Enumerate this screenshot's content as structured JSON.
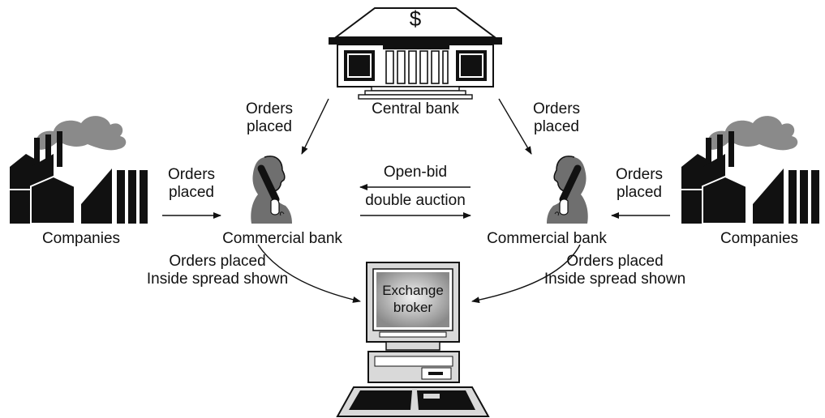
{
  "central_bank": {
    "label": "Central bank",
    "symbol": "$"
  },
  "orders_placed_left_top": {
    "line1": "Orders",
    "line2": "placed"
  },
  "orders_placed_right_top": {
    "line1": "Orders",
    "line2": "placed"
  },
  "orders_placed_left_side": {
    "line1": "Orders",
    "line2": "placed"
  },
  "orders_placed_right_side": {
    "line1": "Orders",
    "line2": "placed"
  },
  "auction": {
    "line1": "Open-bid",
    "line2": "double auction"
  },
  "companies_left": {
    "label": "Companies"
  },
  "companies_right": {
    "label": "Companies"
  },
  "commercial_bank_left": {
    "label": "Commercial bank"
  },
  "commercial_bank_right": {
    "label": "Commercial bank"
  },
  "spread_left": {
    "line1": "Orders placed",
    "line2": "Inside spread shown"
  },
  "spread_right": {
    "line1": "Orders placed",
    "line2": "Inside spread shown"
  },
  "broker": {
    "line1": "Exchange",
    "line2": "broker"
  }
}
